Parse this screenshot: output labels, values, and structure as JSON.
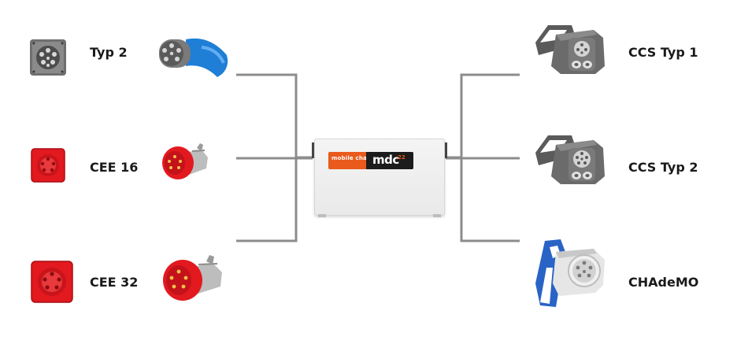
{
  "inputs": [
    {
      "label": "Typ 2",
      "socket_icon": "type2-socket-icon",
      "plug_icon": "type2-plug-icon"
    },
    {
      "label": "CEE 16",
      "socket_icon": "cee16-socket-icon",
      "plug_icon": "cee16-plug-icon"
    },
    {
      "label": "CEE 32",
      "socket_icon": "cee32-socket-icon",
      "plug_icon": "cee32-plug-icon"
    }
  ],
  "outputs": [
    {
      "label": "CCS Typ 1",
      "connector_icon": "ccs-typ1-connector-icon"
    },
    {
      "label": "CCS Typ 2",
      "connector_icon": "ccs-typ2-connector-icon"
    },
    {
      "label": "CHAdeMO",
      "connector_icon": "chademo-connector-icon"
    }
  ],
  "charger": {
    "brand": "mobile charger",
    "model": "mdc",
    "model_number": "22"
  },
  "colors": {
    "line": "#8c8c8c",
    "cee_red": "#e2191f",
    "type2_blue": "#1f7ed6",
    "chademo_blue": "#2a63c6",
    "brand_orange": "#e95a1c"
  }
}
